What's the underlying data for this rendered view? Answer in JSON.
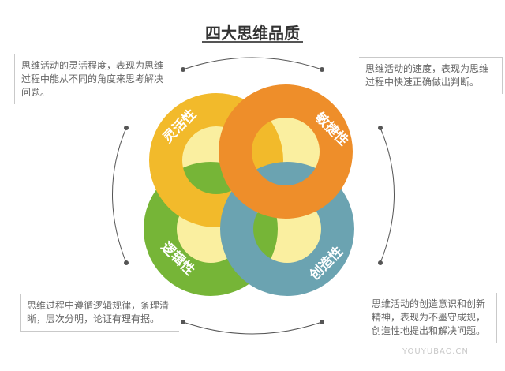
{
  "title": "四大思维品质",
  "qualities": [
    {
      "label": "灵活性",
      "color": "#F2BA2B",
      "description": "思维活动的灵活程度，表现为思维过程中能从不同的角度来思考解决问题。"
    },
    {
      "label": "敏捷性",
      "color": "#EE8E2A",
      "description": "思维活动的速度，表现为思维过程中快速正确做出判断。"
    },
    {
      "label": "逻辑性",
      "color": "#76B537",
      "description": "思维过程中遵循逻辑规律，条理清晰，层次分明，论证有理有据。"
    },
    {
      "label": "创造性",
      "color": "#6BA3B1",
      "description": "思维活动的创造意识和创新精神，表现为不墨守成规，创造性地提出和解决问题。"
    }
  ],
  "center_color": "#FAEFA0",
  "watermark": "YOUYUBAO.CN"
}
